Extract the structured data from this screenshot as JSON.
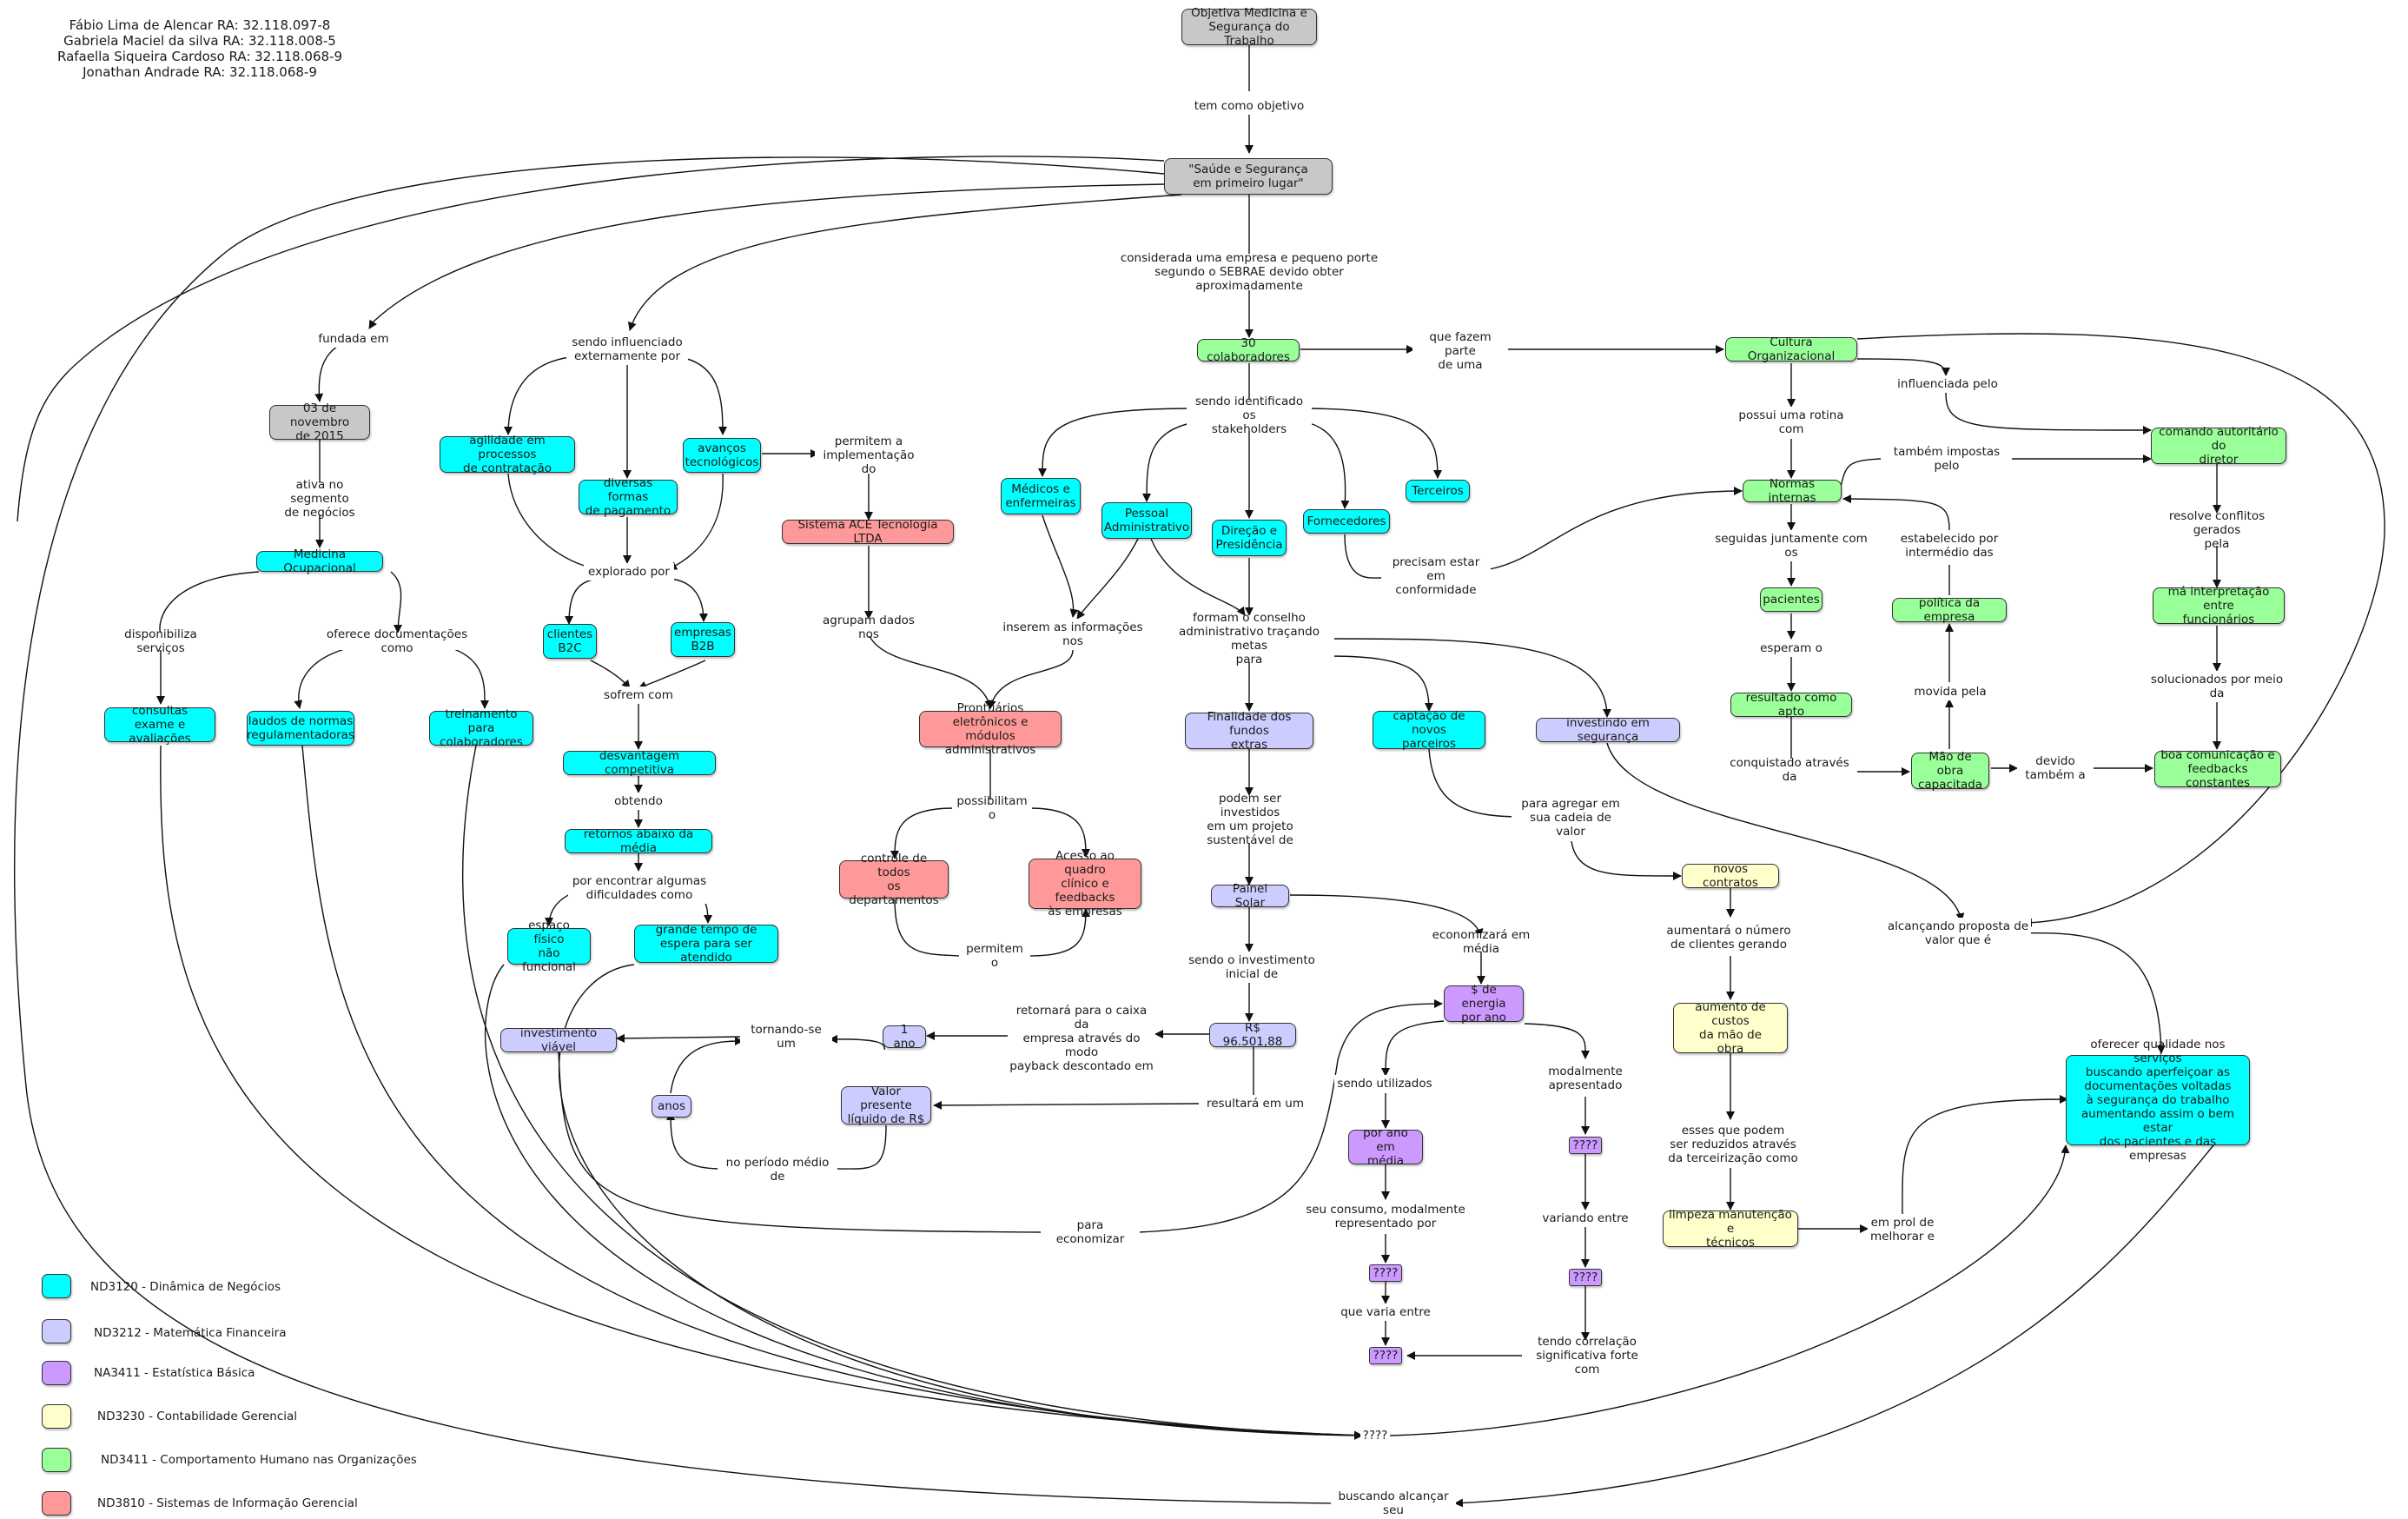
{
  "authors": "Fábio Lima de Alencar  RA: 32.118.097-8\nGabriela Maciel da silva  RA: 32.118.008-5\nRafaella Siqueira Cardoso RA: 32.118.068-9\nJonathan Andrade RA: 32.118.068-9",
  "nodes": {
    "objetiva": "Objetiva Medicina e\nSegurança do Trabalho",
    "saude": "\"Saúde e Segurança\nem primeiro lugar\"",
    "nov2015": "03 de novembro\nde 2015",
    "medocup": "Medicina Ocupacional",
    "consultas": "consultas exame e\navaliações",
    "laudos": "laudos de normas\nregulamentadoras",
    "treinamento": "treinamento para\ncolaboradores",
    "agilidade": "agilidade em processos\nde contratação",
    "diversas": "diversas formas\nde pagamento",
    "avancos": "avanços\ntecnológicos",
    "clientesb2c": "clientes\nB2C",
    "empresasb2b": "empresas\nB2B",
    "desvantagem": "desvantagem competitiva",
    "retornos": "retornos abaixo da média",
    "espaco": "espaço físico\nnão funcional",
    "grandetempo": "grande tempo de\nespera para ser atendido",
    "sistemaace": "Sistema ACE Tecnologia LTDA",
    "prontuarios": "Prontuários eletrônicos e\nmódulos administrativos",
    "controle": "controle de todos\nos departamentos",
    "acesso": "Acesso ao quadro\nclínico e feedbacks\nàs empresas",
    "medicos": "Médicos e\nenfermeiras",
    "pessoal": "Pessoal\nAdministrativo",
    "direcao": "Direção e\nPresidência",
    "fornecedores": "Fornecedores",
    "terceiros": "Terceiros",
    "colaboradores30": "30 colaboradores",
    "finalidade": "Finalidade dos fundos\nextras",
    "captacao": "captação de novos\nparceiros",
    "investindo": "investindo em segurança",
    "painel": "Painel Solar",
    "rs": "R$ 96.501,88",
    "valorpresente": "Valor presente\nlíquido de R$",
    "umano": "1 ano",
    "anos": "anos",
    "investviavel": "investimento viável",
    "energia": "$ de energia\npor ano",
    "poranomedia": "por ano em\nmédia",
    "q1": "????",
    "q2": "????",
    "q3": "????",
    "q4": "????",
    "novoscontratos": "novos contratos",
    "aumentocustos": "aumento de custos\nda mão de\nobra",
    "limpeza": "limpeza manutenção e\ntécnicos",
    "cultura": "Cultura Organizacional",
    "normas": "Normas internas",
    "pacientes": "pacientes",
    "resultado": "resultado como apto",
    "maodeobra": "Mão de obra\ncapacitada",
    "politica": "política da empresa",
    "comando": "comando autoritário do\ndiretor",
    "mainterp": "má interpretação entre\nfuncionários",
    "boacom": "boa comunicação e\nfeedbacks constantes",
    "oferecer": "oferecer qualidade nos serviços\nbuscando aperfeiçoar as\ndocumentações voltadas\nà segurança do trabalho\naumentando assim o bem estar\ndos pacientes e das empresas"
  },
  "labels": {
    "temcomo": "tem como objetivo",
    "considerada": "considerada uma empresa  e pequeno porte\nsegundo o SEBRAE devido obter  aproximadamente",
    "fundada": "fundada em",
    "ativa": "ativa no segmento\nde negócios",
    "disponibiliza": "disponibiliza serviços",
    "oferecedoc": "oferece documentações como",
    "sendoinfl": "sendo influenciado\nexternamente por",
    "explorado": "explorado por",
    "sofremcom": "sofrem com",
    "obtendo": "obtendo",
    "porencontrar": "por encontrar algumas\ndificuldades como",
    "permitemimpl": "permitem a\nimplementação do",
    "agrupam": "agrupam dados nos",
    "possibilitam": "possibilitam o",
    "permitemo": "permitem o",
    "inserem": "inserem as informações\nnos",
    "sendoident": "sendo identificado os\nstakeholders",
    "formam": "formam o conselho\nadministrativo traçando metas\npara",
    "precisam": "precisam estar em\nconformidade",
    "quefazem": "que fazem parte\nde uma",
    "podemser": "podem ser investidos\nem um projeto\nsustentável de",
    "paraagregar": "para agregar em\nsua cadeia de\nvalor",
    "sendoinv": "sendo o investimento\ninicial de",
    "economizara": "economizará em média",
    "retornara": "retornará para o caixa da\nempresa através do modo\npayback descontado em",
    "tornando": "tornando-se um",
    "resultara": "resultará em um",
    "noperiodo": "no período médio de",
    "paraeconomizar": "para economizar",
    "sendoutil": "sendo utilizados",
    "modalmente": "modalmente\napresentado",
    "seuconsumo": "seu consumo, modalmente\nrepresentado por",
    "quevaria": "que varia entre",
    "variando": "variando entre",
    "tendocorr": "tendo correlação\nsignificativa forte com",
    "aumentara": "aumentará o número\nde clientes gerando",
    "essesque": "esses que podem\nser reduzidos através\nda terceirização como",
    "emprol": "em prol de\nmelhorar e",
    "possuirotina": "possui uma rotina\ncom",
    "seguidas": "seguidas juntamente com\nos",
    "esperam": "esperam o",
    "conquistado": "conquistado através da",
    "movida": "movida pela",
    "estabelecido": "estabelecido por\nintermédio das",
    "tambemimpostas": "também impostas pelo",
    "influenciada": "influenciada pelo",
    "resolve": "resolve conflitos gerados\npela",
    "solucionados": "solucionados por meio\nda",
    "devidotambem": "devido também a",
    "alcancando": "alcançando proposta de\nvalor que é",
    "qqqq": "????",
    "buscando": "buscando alcançar seu"
  },
  "legend": [
    {
      "code": "ND3120 - Dinâmica de Negócios",
      "color": "#00ffff"
    },
    {
      "code": "ND3212 - Matemática Financeira",
      "color": "#ccccff"
    },
    {
      "code": "NA3411 - Estatística Básica",
      "color": "#cc99ff"
    },
    {
      "code": "ND3230 - Contabilidade Gerencial",
      "color": "#ffffcc"
    },
    {
      "code": "ND3411 - Comportamento Humano nas Organizações",
      "color": "#99ff99"
    },
    {
      "code": "ND3810 - Sistemas de Informação Gerencial",
      "color": "#ff9999"
    }
  ]
}
